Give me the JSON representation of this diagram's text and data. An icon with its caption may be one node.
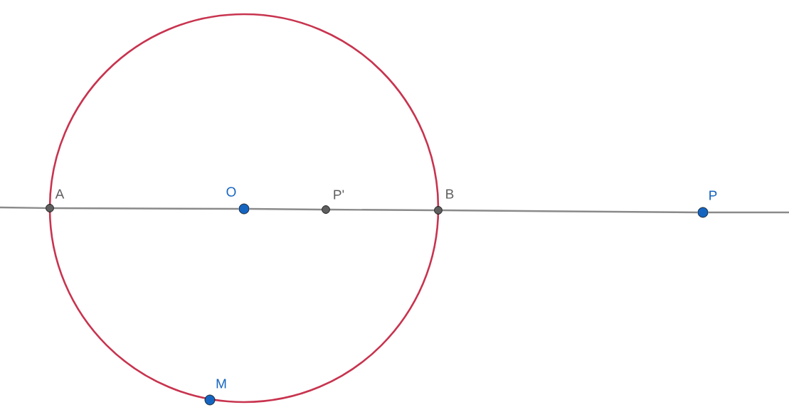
{
  "diagram": {
    "nodes": [
      {
        "text": [
          "A"
        ]
      },
      {
        "text": [
          "O"
        ]
      },
      {
        "text": [
          "P'"
        ]
      },
      {
        "text": [
          "B"
        ]
      },
      {
        "text": [
          "P"
        ]
      },
      {
        "text": [
          "M"
        ]
      }
    ],
    "edges": [
      {
        "from": null,
        "to": 0,
        "arrow": "none"
      },
      {
        "from": 0,
        "to": 1,
        "arrow": "none"
      },
      {
        "from": 1,
        "to": 2,
        "arrow": "none"
      },
      {
        "from": 2,
        "to": 3,
        "arrow": "none"
      },
      {
        "from": 3,
        "to": 4,
        "arrow": "none"
      },
      {
        "from": 4,
        "to": null,
        "arrow": "none"
      }
    ]
  }
}
